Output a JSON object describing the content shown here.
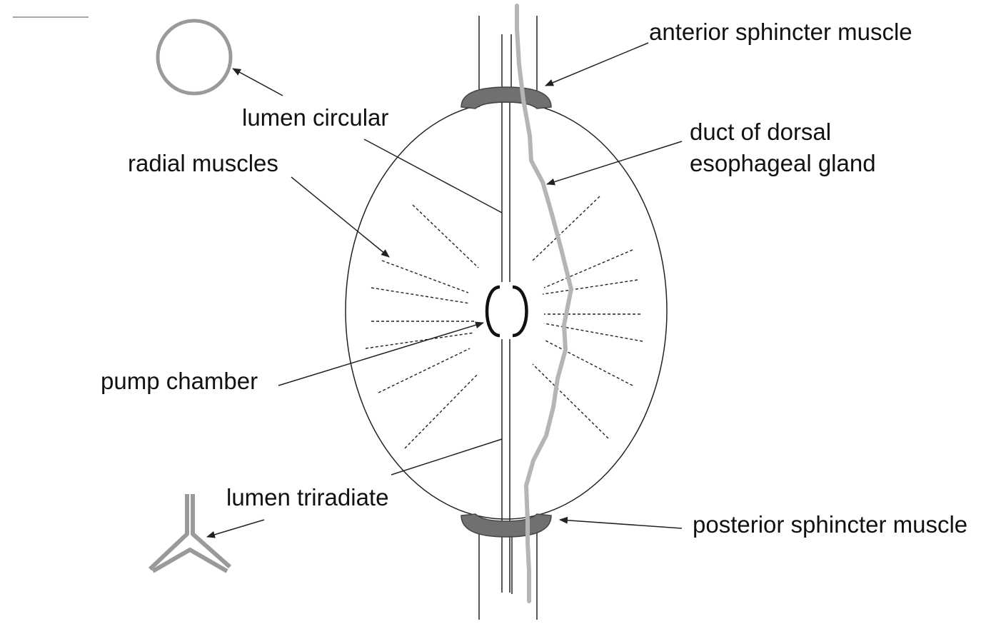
{
  "labels": {
    "anterior_sphincter": "anterior sphincter muscle",
    "lumen_circular": "lumen circular",
    "duct_line1": "duct of dorsal",
    "duct_line2": "esophageal gland",
    "radial_muscles": "radial muscles",
    "pump_chamber": "pump chamber",
    "lumen_triradiate": "lumen triradiate",
    "posterior_sphincter": "posterior sphincter muscle"
  },
  "colors": {
    "outline": "#222222",
    "duct": "#b5b5b5",
    "sphincter_fill": "#707070",
    "icon_gray": "#9a9a9a"
  }
}
